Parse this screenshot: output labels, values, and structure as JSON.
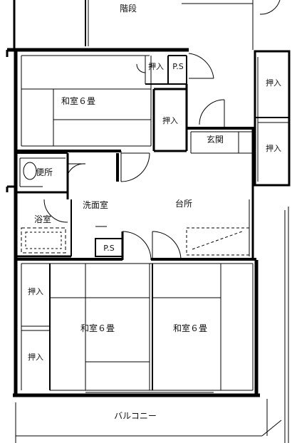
{
  "rooms": {
    "stairs": "階段",
    "oshiire_top": "押入",
    "ps_top": "P.S",
    "washitsu_top": "和室６畳",
    "oshiire_mid": "押入",
    "genkan": "玄関",
    "oshiire_right_top": "押入",
    "oshiire_right_bottom": "押入",
    "toilet": "便所",
    "bath": "浴室",
    "washroom": "洗面室",
    "kitchen": "台所",
    "ps_bottom": "P.S",
    "oshiire_left_top": "押入",
    "oshiire_left_bottom": "押入",
    "washitsu_bottom_left": "和室６畳",
    "washitsu_bottom_right": "和室６畳",
    "balcony": "バルコニー"
  }
}
